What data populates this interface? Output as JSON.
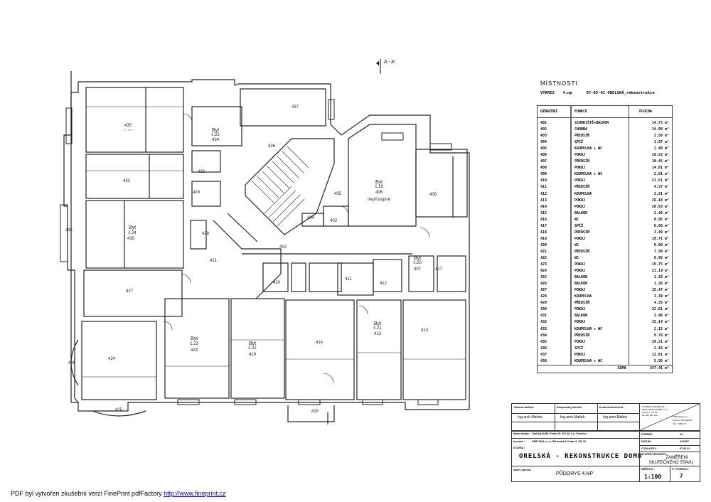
{
  "plan": {
    "section_marker": "A - A'",
    "rooms": {
      "r435": "435",
      "r432": "432",
      "r430": "430",
      "r431": "431",
      "r427": "427",
      "r424": "424",
      "r426": "426",
      "r425": "425",
      "r423": "423",
      "r419": "419",
      "r414": "414",
      "r413": "413",
      "r410": "410",
      "r415": "415",
      "r434": "434",
      "r436": "436",
      "r437": "437",
      "r433": "433",
      "r429": "429",
      "r428": "428",
      "r421": "421",
      "r402": "402",
      "r406": "406",
      "r405": "405",
      "r404": "404",
      "r403": "403",
      "r408": "408",
      "r407": "407",
      "r411": "411",
      "r412": "412",
      "r417": "417",
      "r420": "420"
    },
    "apartments": {
      "byt": "Byt",
      "c24": "č.24",
      "c23": "č.23",
      "c22": "č.22",
      "c21": "č.21",
      "c25": "č.25",
      "c16": "č.16",
      "c20": "č.20",
      "inaccessible": "nepřístupné"
    },
    "height_note": "S.V. 3050"
  },
  "rooms_table": {
    "title": "MÍSTNOSTI",
    "drawing_label": "VÝKRES",
    "drawing_value": "4.np",
    "project": "07-02-01 ORELSKÁ_rekonstrukce",
    "headers": [
      "OZNAČENÍ",
      "FUNKCE",
      "PLOCHA"
    ],
    "rows": [
      [
        "401",
        "SCHODIŠTĚ+BALKON",
        "14.73 m²"
      ],
      [
        "402",
        "CHODBA",
        "14.98 m²"
      ],
      [
        "403",
        "PŘEDSÍŇ",
        "2.50 m²"
      ],
      [
        "404",
        "SPÍŽ",
        "1.07 m²"
      ],
      [
        "405",
        "KOUPELNA + WC",
        "2.40 m²"
      ],
      [
        "406",
        "POKOJ",
        "18.52 m²"
      ],
      [
        "407",
        "PŘEDSÍŇ",
        "10.45 m²"
      ],
      [
        "408",
        "POKOJ",
        "14.01 m²"
      ],
      [
        "409",
        "KOUPELNA + WC",
        "2.91 m²"
      ],
      [
        "410",
        "POKOJ",
        "21.51 m²"
      ],
      [
        "411",
        "PŘEDSÍŇ",
        "4.57 m²"
      ],
      [
        "412",
        "KOUPELNA",
        "2.21 m²"
      ],
      [
        "413",
        "POKOJ",
        "16.18 m²"
      ],
      [
        "414",
        "POKOJ",
        "20.93 m²"
      ],
      [
        "415",
        "BALKON",
        "2.46 m²"
      ],
      [
        "416",
        "WC",
        "0.95 m²"
      ],
      [
        "417",
        "SPÍŽ",
        "0.96 m²"
      ],
      [
        "418",
        "PŘEDSÍŇ",
        "3.49 m²"
      ],
      [
        "419",
        "POKOJ",
        "19.71 m²"
      ],
      [
        "420",
        "WC",
        "0.96 m²"
      ],
      [
        "421",
        "PŘEDSÍŇ",
        "7.99 m²"
      ],
      [
        "422",
        "WC",
        "0.95 m²"
      ],
      [
        "423",
        "POKOJ",
        "19.75 m²"
      ],
      [
        "424",
        "POKOJ",
        "21.19 m²"
      ],
      [
        "425",
        "BALKON",
        "1.26 m²"
      ],
      [
        "426",
        "BALKON",
        "1.26 m²"
      ],
      [
        "427",
        "POKOJ",
        "15.47 m²"
      ],
      [
        "428",
        "KOUPELNA",
        "3.39 m²"
      ],
      [
        "429",
        "PŘEDSÍŇ",
        "4.55 m²"
      ],
      [
        "430",
        "POKOJ",
        "22.81 m²"
      ],
      [
        "431",
        "BALKON",
        "2.46 m²"
      ],
      [
        "432",
        "POKOJ",
        "15.14 m²"
      ],
      [
        "433",
        "KOUPELNA + WC",
        "2.12 m²"
      ],
      [
        "434",
        "PŘEDSÍŇ",
        "9.76 m²"
      ],
      [
        "435",
        "POKOJ",
        "29.21 m²"
      ],
      [
        "436",
        "SPÍŽ",
        "2.16 m²"
      ],
      [
        "437",
        "POKOJ",
        "12.81 m²"
      ],
      [
        "438",
        "KOUPELNA + WC",
        "5.95 m²"
      ]
    ],
    "sum_label": "SUMA",
    "sum_value": "347.41 m²"
  },
  "title_block": {
    "head_label": "Vedoucí ateliéru",
    "resp_label": "Zodpovědný technik",
    "check_label": "Kontroloval technik",
    "head_name": "Ing.arch.Mašek",
    "resp_name": "Ing.arch.Mašek",
    "check_name": "Ing.arch.Mašek",
    "site_label": "Místo stavby :",
    "site_value": "Orelská 8/408, Praha 10, 101 00, k.ú. Vršovice",
    "investor_label": "Investor :",
    "investor_value": "ORELSKÁ s.r.o., Šůrovská 8, Praha 2, 120 00",
    "building_label": "STAVBA :",
    "building_value": "ORELSKÁ - REKONSTRUKCE DOMU",
    "drawing_label": "Název výkresu",
    "drawing_value": "PŮDORYS 4.NP",
    "office_lines": [
      "STUDENÝ PROJEKCE",
      "ARCHITEKTI MAŠEK s.r.o.",
      "Praha 4, 140 00",
      "tel. 608 251 160"
    ],
    "client_lines": [
      "ORELSKÁ s.r.o.",
      "Praha 2, Šůrovská 8",
      "IČO : 678 670"
    ],
    "format_label": "FORMÁT :",
    "format_value": "A3",
    "date_label": "DATUM :",
    "date_value": "04/2007",
    "order_label": "Č.ZAKÁZKY :",
    "order_value": "07-02-01",
    "stage_label": "STUPEŇ PROJEKTU :",
    "stage_value_1": "ZAMĚŘENÍ",
    "stage_value_2": "SKUTEČNÉHO STAVU",
    "scale_label": "MĚŘÍTKO :",
    "scale_value": "1:100",
    "sheet_label": "Č. VÝKRESU :",
    "sheet_value": "7"
  },
  "footer": {
    "text": "PDF byl vytvořen zkušební verzí FinePrint pdfFactory ",
    "link": "http://www.fineprint.cz"
  }
}
